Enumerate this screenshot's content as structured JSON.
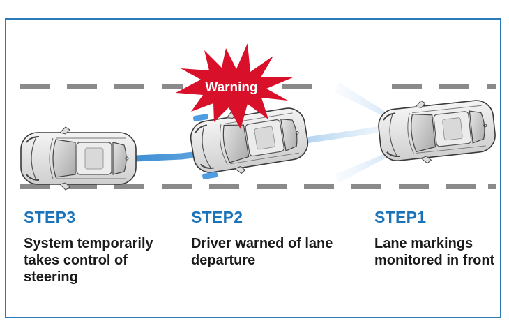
{
  "warning": {
    "label": "Warning"
  },
  "steps": [
    {
      "title": "STEP3",
      "description": "System temporarily takes control of steering"
    },
    {
      "title": "STEP2",
      "description": "Driver warned of lane departure"
    },
    {
      "title": "STEP1",
      "description": "Lane markings monitored in front"
    }
  ],
  "colors": {
    "border": "#2b7bb9",
    "step_title": "#1a72b8",
    "warning_burst": "#d8102a",
    "arrow": "#3a8fd4",
    "lane_marking": "#8a8a8a"
  }
}
